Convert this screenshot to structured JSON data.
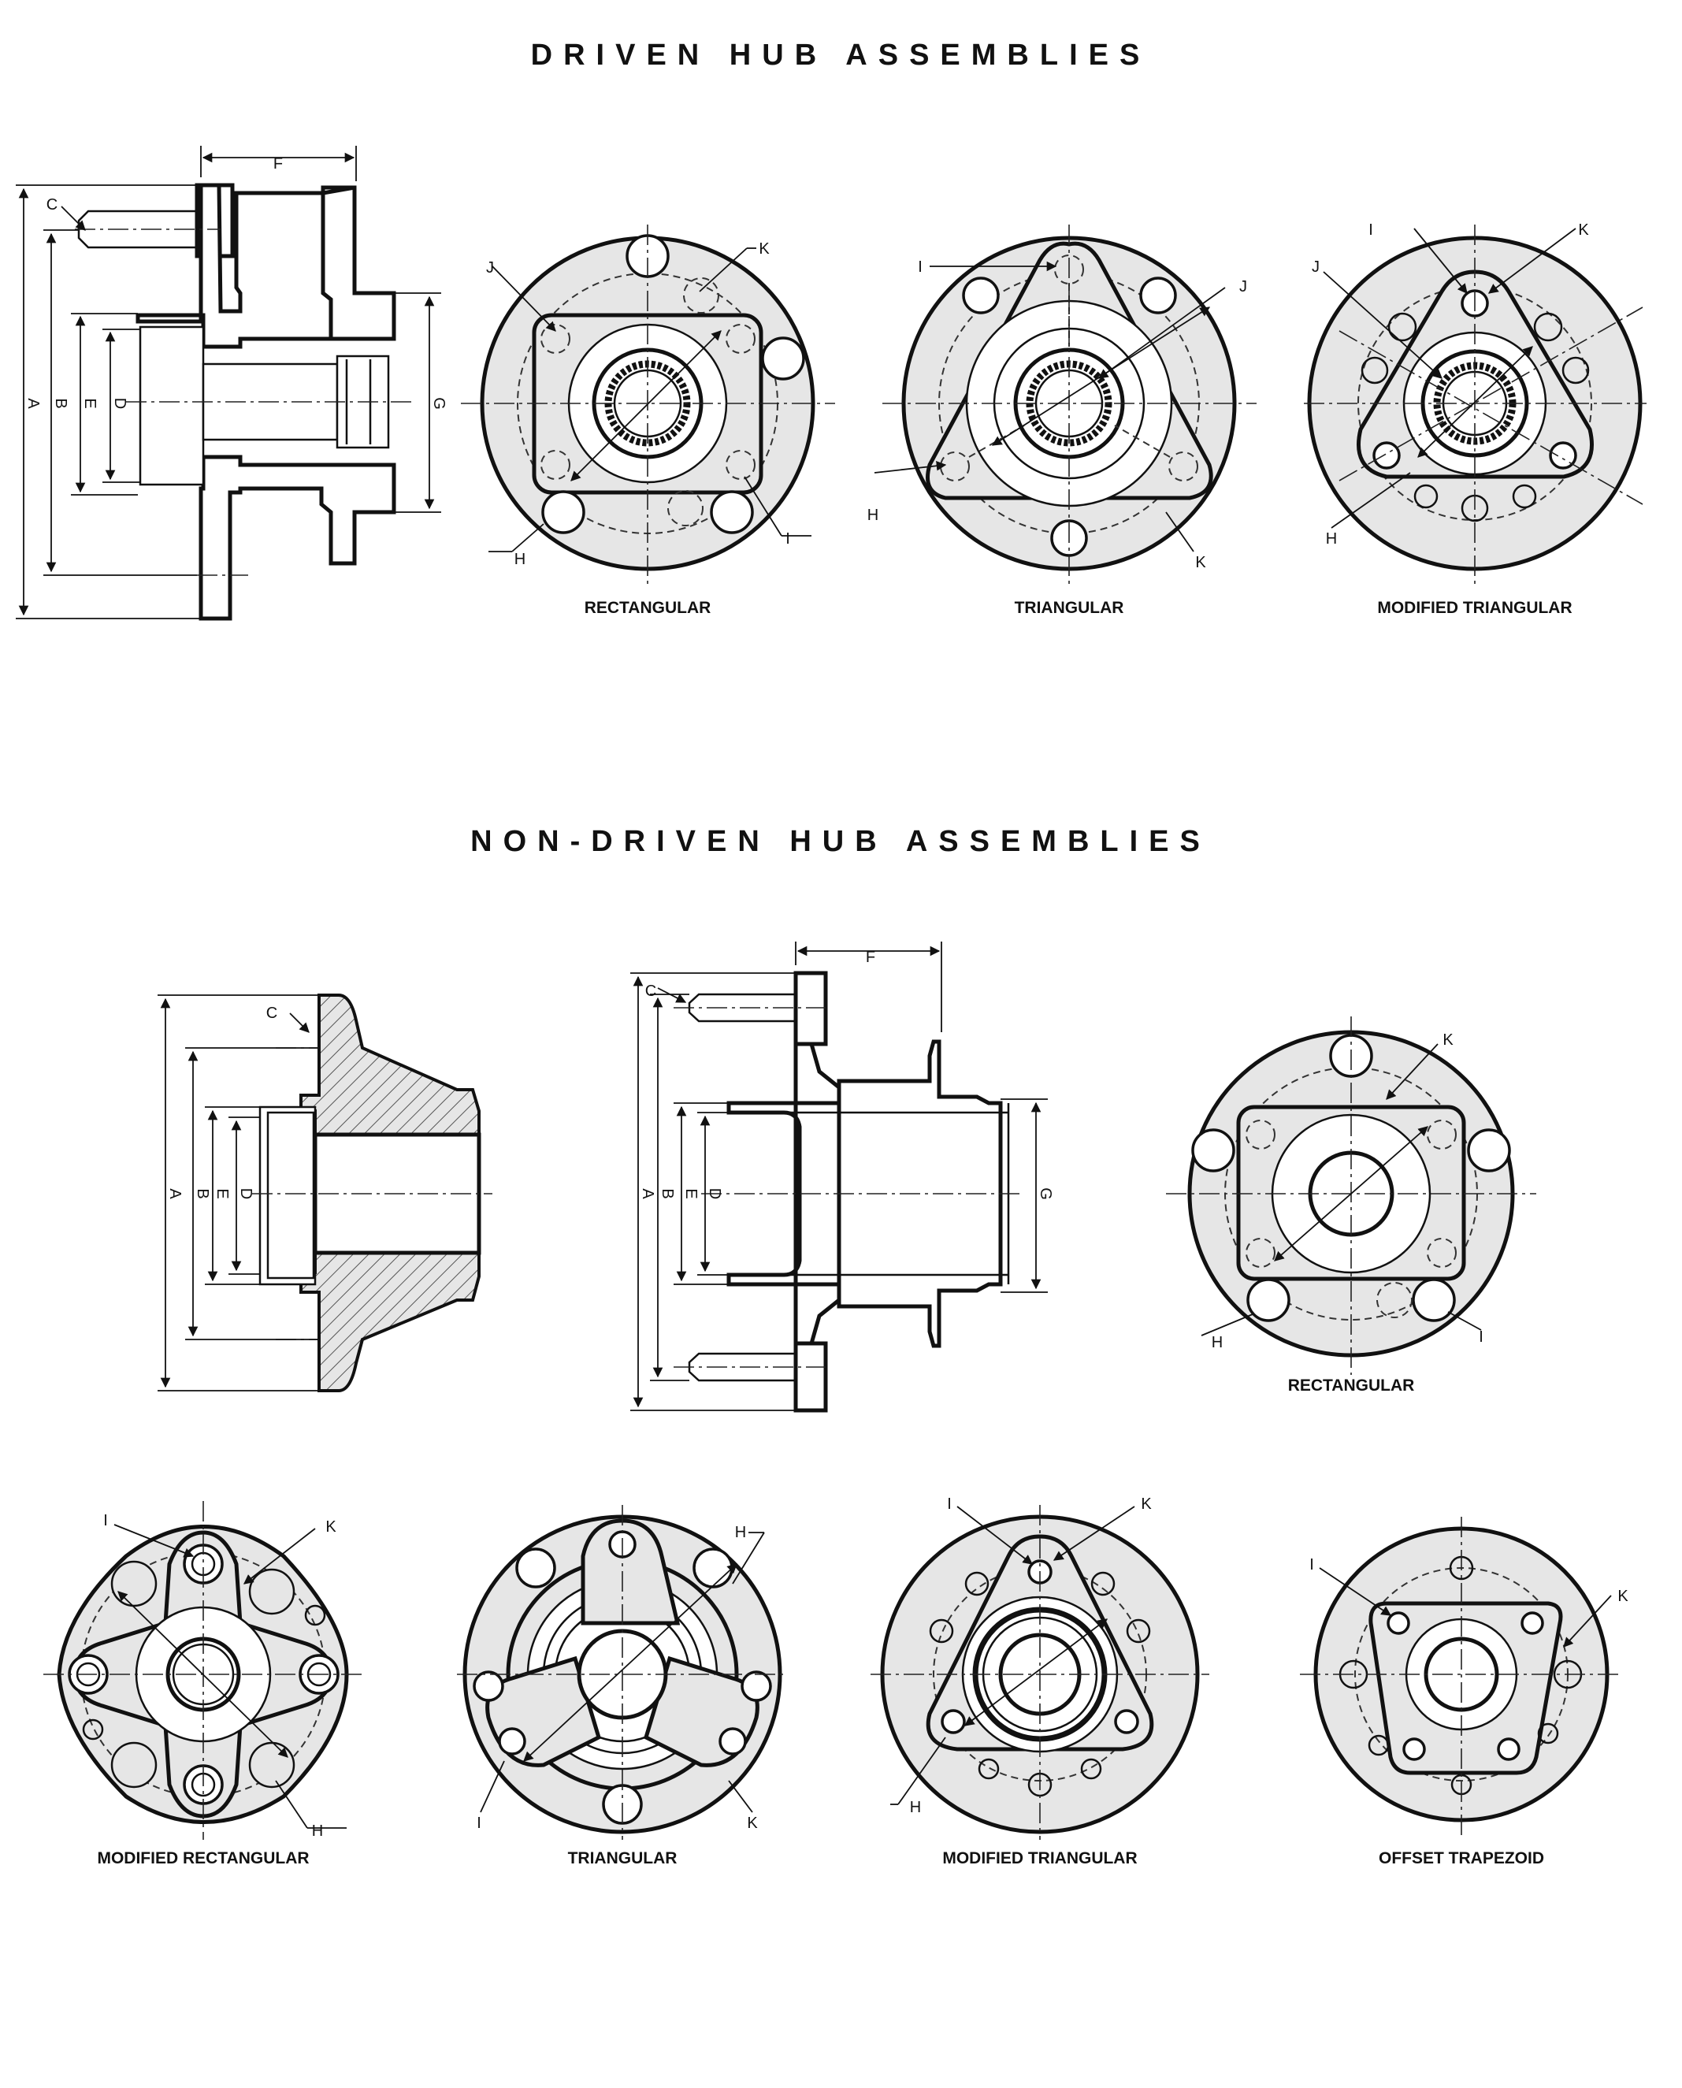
{
  "headings": {
    "driven": "DRIVEN HUB ASSEMBLIES",
    "non_driven": "NON-DRIVEN HUB ASSEMBLIES"
  },
  "driven": {
    "side_view_labels": {
      "a": "A",
      "b": "B",
      "c": "C",
      "d": "D",
      "e": "E",
      "f": "F",
      "g": "G"
    },
    "rectangular": {
      "caption": "RECTANGULAR",
      "h": "H",
      "i": "I",
      "j": "J",
      "k": "K"
    },
    "triangular": {
      "caption": "TRIANGULAR",
      "h": "H",
      "i": "I",
      "j": "J",
      "k": "K"
    },
    "modified_triangular": {
      "caption": "MODIFIED TRIANGULAR",
      "h": "H",
      "i": "I",
      "j": "J",
      "k": "K"
    }
  },
  "non_driven": {
    "section_view_labels": {
      "a": "A",
      "b": "B",
      "c": "C",
      "d": "D",
      "e": "E"
    },
    "side_view_labels": {
      "a": "A",
      "b": "B",
      "c": "C",
      "d": "D",
      "e": "E",
      "f": "F",
      "g": "G"
    },
    "rectangular": {
      "caption": "RECTANGULAR",
      "h": "H",
      "i": "I",
      "k": "K"
    },
    "modified_rectangular": {
      "caption": "MODIFIED RECTANGULAR",
      "h": "H",
      "i": "I",
      "k": "K"
    },
    "triangular": {
      "caption": "TRIANGULAR",
      "h": "H",
      "i": "I",
      "k": "K"
    },
    "modified_triangular": {
      "caption": "MODIFIED TRIANGULAR",
      "h": "H",
      "i": "I",
      "k": "K"
    },
    "offset_trapezoid": {
      "caption": "OFFSET TRAPEZOID",
      "i": "I",
      "k": "K"
    }
  }
}
